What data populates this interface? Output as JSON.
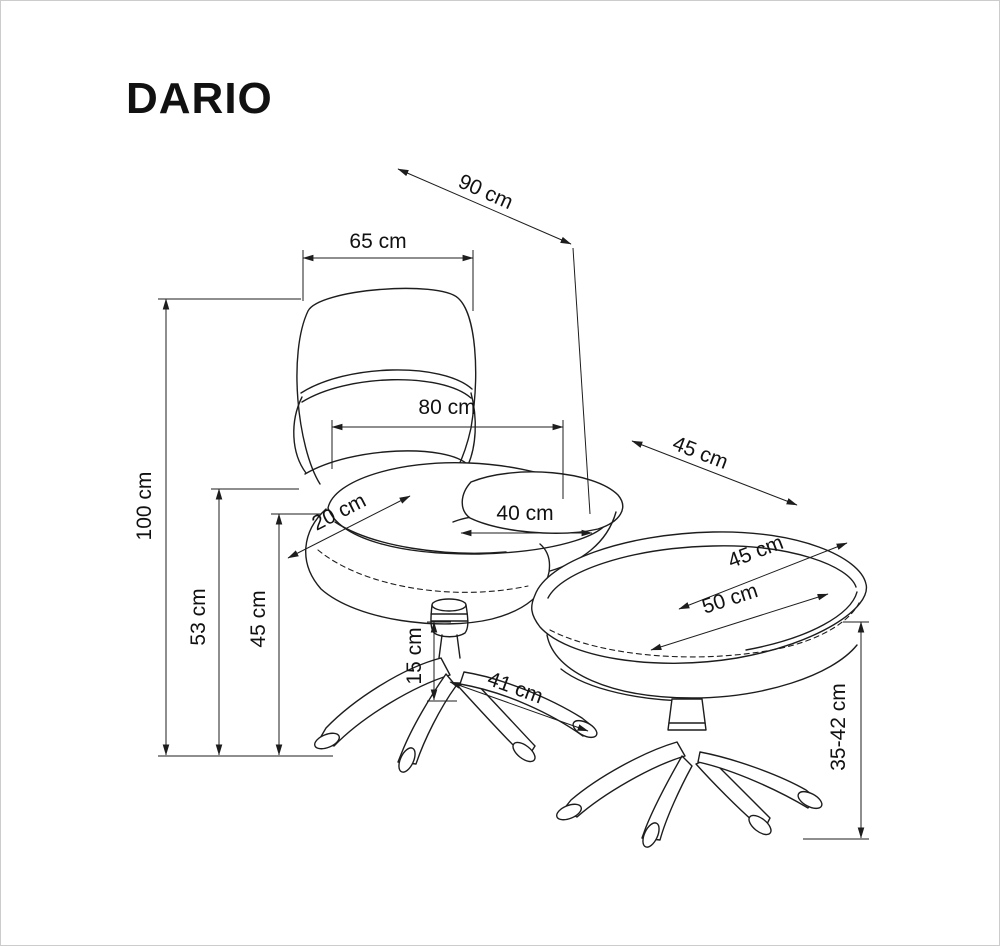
{
  "title": "DARIO",
  "colors": {
    "ink": "#1d1d1d"
  },
  "dimensions": {
    "back_width": "65 cm",
    "depth": "90 cm",
    "overall_width": "80 cm",
    "seat_width": "40 cm",
    "cushion_thickness": "20 cm",
    "total_height": "100 cm",
    "backrest_height": "53 cm",
    "seat_height": "45 cm",
    "column_height": "15 cm",
    "base_diameter": "41 cm",
    "footrest_depth": "45 cm",
    "footrest_seat_depth": "45 cm",
    "footrest_seat_width": "50 cm",
    "footrest_height": "35-42 cm"
  }
}
